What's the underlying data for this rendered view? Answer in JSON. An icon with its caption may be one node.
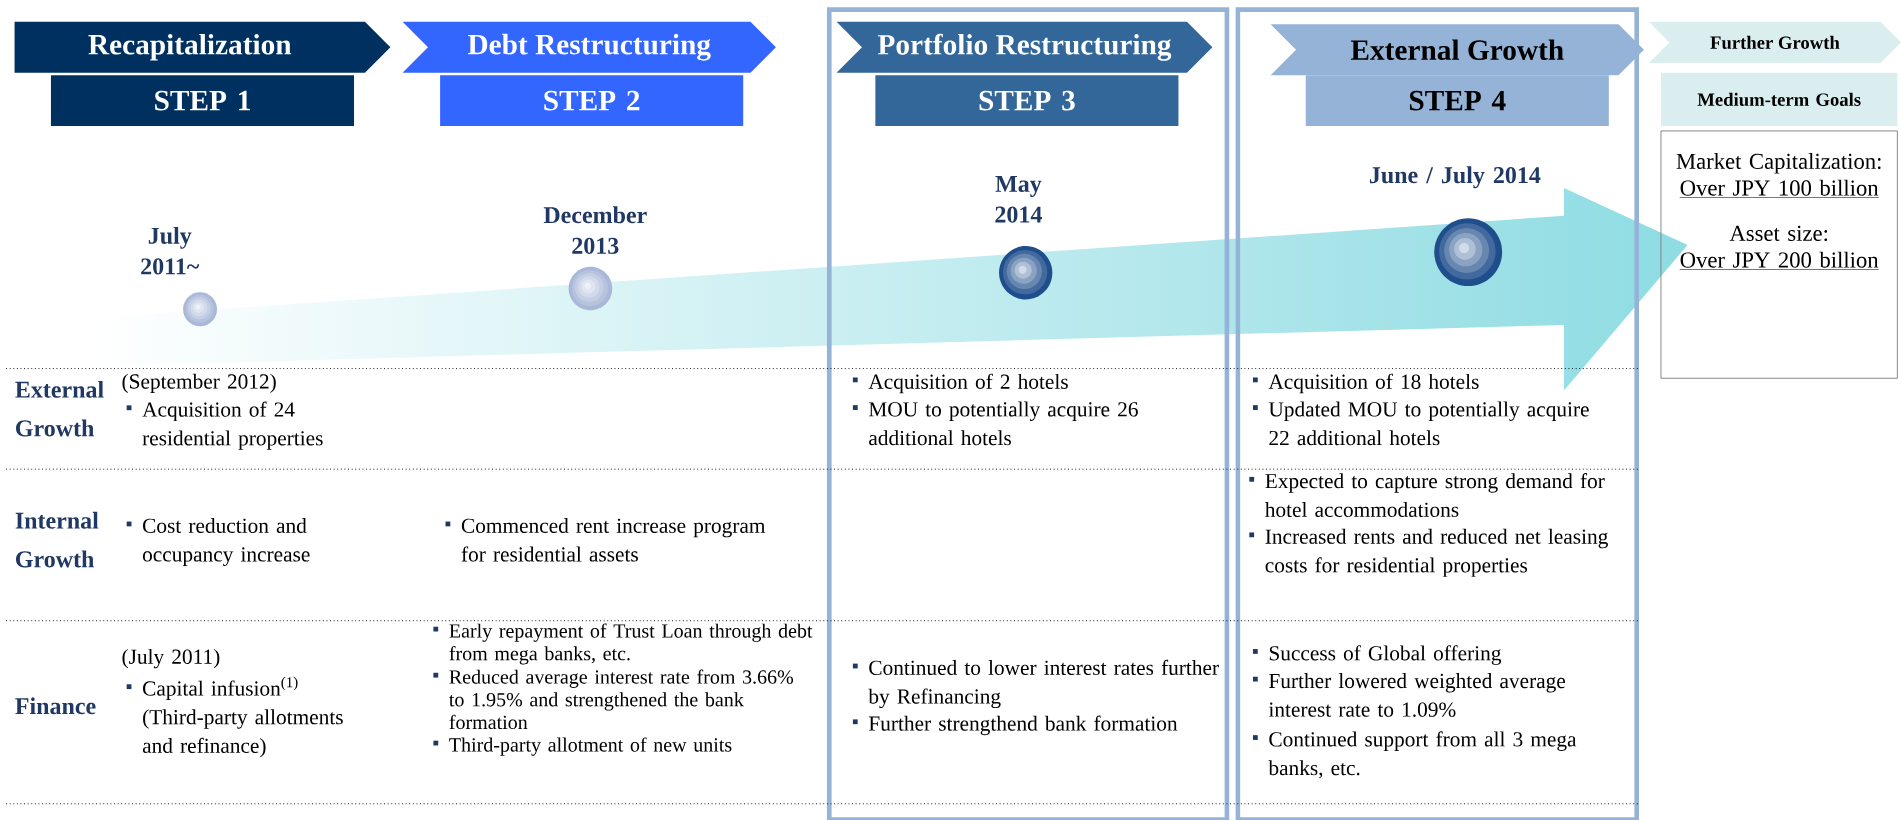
{
  "diagram": {
    "nodes": [
      {
        "text": [
          "Recapitalization"
        ]
      },
      {
        "text": [
          "Debt Restructuring"
        ]
      },
      {
        "text": [
          "Portfolio Restructuring"
        ]
      },
      {
        "text": [
          "External Growth"
        ]
      },
      {
        "text": [
          "Further Growth"
        ]
      },
      {
        "text": [
          "STEP 1"
        ]
      },
      {
        "text": [
          "STEP 2"
        ]
      },
      {
        "text": [
          "STEP 3"
        ]
      },
      {
        "text": [
          "STEP 4"
        ]
      },
      {
        "text": [
          "Medium-term Goals"
        ]
      },
      {
        "text": [
          "Market Capitalization:",
          "Over JPY 100 billion",
          "Asset size:",
          "Over JPY 200 billion"
        ]
      },
      {
        "text": [],
        "shape": "circle",
        "beside": [
          "July 2011~"
        ]
      },
      {
        "text": [],
        "shape": "circle",
        "beside": [
          "December 2013"
        ]
      },
      {
        "text": [],
        "shape": "circle",
        "beside": [
          "May 2014"
        ]
      },
      {
        "text": [],
        "shape": "circle",
        "beside": [
          "June / July 2014"
        ]
      }
    ],
    "labels": [
      "External Growth",
      "(September 2012)",
      "Acquisition of 24 residential properties",
      "Acquisition of 2 hotels",
      "MOU to potentially acquire 26 additional hotels",
      "Acquisition of 18 hotels",
      "Updated MOU to potentially acquire 22 additional hotels",
      "Internal Growth",
      "Cost reduction and occupancy increase",
      "Commenced rent increase program for residential assets",
      "Expected to capture strong demand for hotel accommodations",
      "Increased rents and reduced net leasing costs for residential properties",
      "Finance",
      "(July 2011)",
      "Capital infusion$^{(1)}$ (Third-party allotments and refinance)",
      "Early repayment of Trust Loan through debt from mega banks, etc.",
      "Reduced average interest rate from 3.66% to 1.95% and strengthened the bank formation",
      "Third-party allotment of new units",
      "Continued to lower interest rates further by Refinancing",
      "Further strengthend bank formation",
      "Success of Global offering",
      "Further lowered weighted average interest rate to 1.09%",
      "Continued support from all 3 mega banks, etc."
    ]
  }
}
